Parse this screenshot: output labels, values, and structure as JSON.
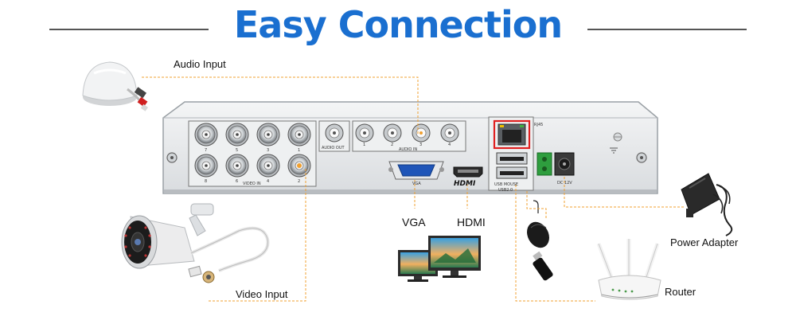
{
  "title": "Easy Connection",
  "colors": {
    "title": "#1a6fd0",
    "connector_line": "#f0a030",
    "highlight_box": "#e02020"
  },
  "callouts": {
    "audio_input": "Audio Input",
    "vga": "VGA",
    "hdmi": "HDMI",
    "power_adapter": "Power Adapter",
    "router": "Router",
    "video_input": "Video Input"
  },
  "panel": {
    "video_in": "VIDEO IN",
    "audio_out": "AUDIO OUT",
    "audio_in": "AUDIO IN",
    "vga_port": "VGA",
    "hdmi_logo": "HDMI",
    "rj45": "RJ45",
    "usb_mouse": "USB MOUSE",
    "usb2": "USB2.0",
    "dc12v": "DC 12V",
    "video_top_numbers": [
      "7",
      "5",
      "3",
      "1"
    ],
    "video_bottom_numbers": [
      "8",
      "6",
      "4",
      "2"
    ],
    "audio_in_numbers": [
      "1",
      "2",
      "3",
      "4"
    ]
  },
  "icons": {
    "microphone": "microphone-icon",
    "camera": "bullet-camera-icon",
    "monitors": "monitor-icon",
    "mouse": "mouse-icon",
    "usb_drive": "usb-drive-icon",
    "router": "router-icon",
    "power_adapter": "power-adapter-icon"
  }
}
